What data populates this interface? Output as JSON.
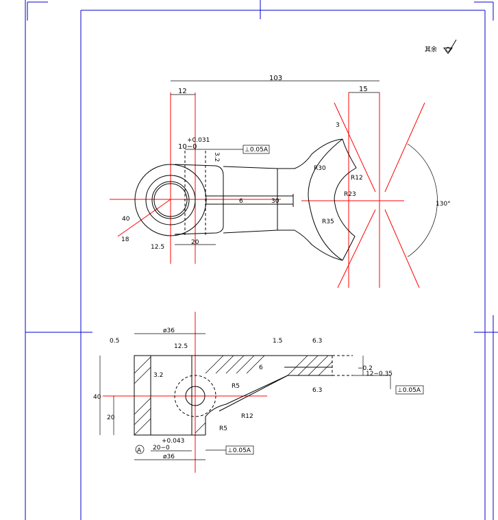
{
  "note": {
    "text": "其余"
  },
  "top_view": {
    "dims": {
      "overall": "103",
      "left_offset": "12",
      "right_offset": "15",
      "bore_tol": "+0.031",
      "bore_nom": "10−0",
      "rough_32": "3.2",
      "tol_frame": "⊥0.05A",
      "small_3": "3",
      "r30": "R30",
      "r12": "R12",
      "r23": "R23",
      "r35": "R35",
      "six": "6",
      "thirty": "30",
      "angle": "130°",
      "d40": "40",
      "d18": "18",
      "rough_125": "12.5",
      "width_20": "20"
    }
  },
  "section_view": {
    "dims": {
      "d36_top": "ø36",
      "d05": "0.5",
      "rough_125": "12.5",
      "rough_32": "3.2",
      "h40": "40",
      "h20": "20",
      "bore_tol": "+0.043",
      "bore_nom": "20−0",
      "d36_bot": "ø36",
      "datum": "A",
      "tol_frame_bot": "⊥0.05A",
      "r5a": "R5",
      "r12": "R12",
      "r5b": "R5",
      "d15": "1.5",
      "d6": "6",
      "rough_63a": "6.3",
      "rough_63b": "6.3",
      "tol_a": "−0.2",
      "tol_b": "12−0.35",
      "tol_frame_right": "⊥0.05A"
    }
  }
}
